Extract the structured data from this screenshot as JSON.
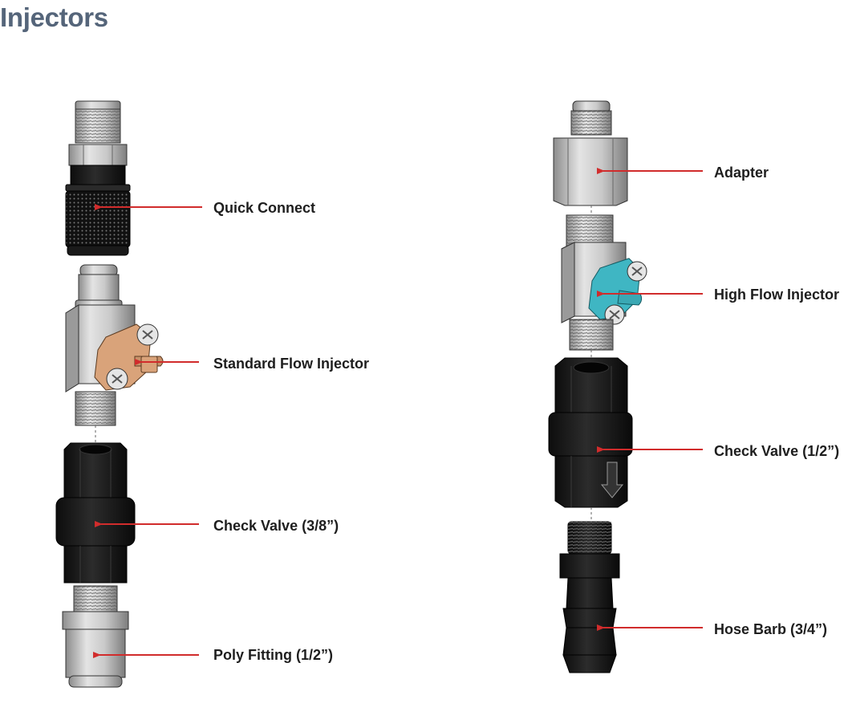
{
  "title": "Injectors",
  "colors": {
    "title": "#55657a",
    "arrow": "#d12c2c",
    "metal": "#bdbdbd",
    "black_part": "#1b1b1b",
    "standard_injector": "#d9a37a",
    "high_flow_injector": "#3fb6c3"
  },
  "left_assembly": {
    "labels": [
      {
        "id": "quick_connect",
        "text": "Quick Connect"
      },
      {
        "id": "standard_flow_injector",
        "text": "Standard Flow Injector"
      },
      {
        "id": "check_valve_38",
        "text": "Check Valve (3/8”)"
      },
      {
        "id": "poly_fitting",
        "text": "Poly Fitting (1/2”)"
      }
    ]
  },
  "right_assembly": {
    "labels": [
      {
        "id": "adapter",
        "text": "Adapter"
      },
      {
        "id": "high_flow_injector",
        "text": "High Flow Injector"
      },
      {
        "id": "check_valve_12",
        "text": "Check Valve (1/2”)"
      },
      {
        "id": "hose_barb",
        "text": "Hose Barb (3/4”)"
      }
    ]
  }
}
